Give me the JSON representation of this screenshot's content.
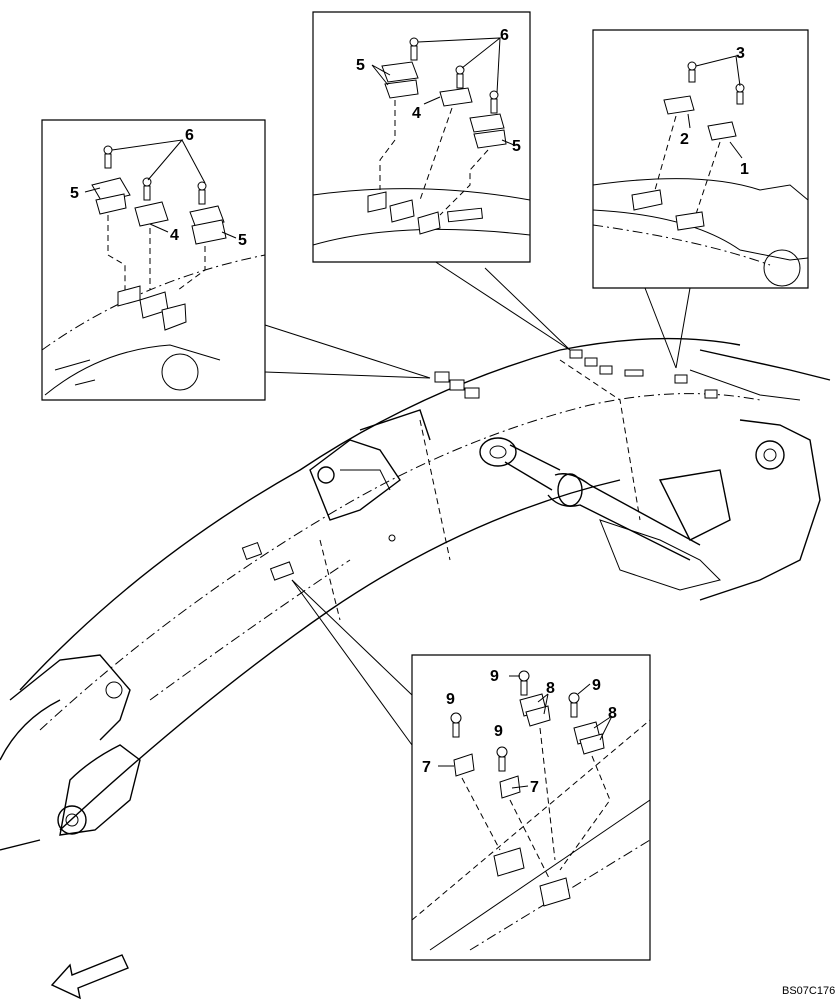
{
  "diagram": {
    "reference_code": "BS07C176",
    "callouts": {
      "c1": "1",
      "c2": "2",
      "c3": "3",
      "c4": "4",
      "c5": "5",
      "c6": "6",
      "c7": "7",
      "c8": "8",
      "c9": "9"
    }
  }
}
